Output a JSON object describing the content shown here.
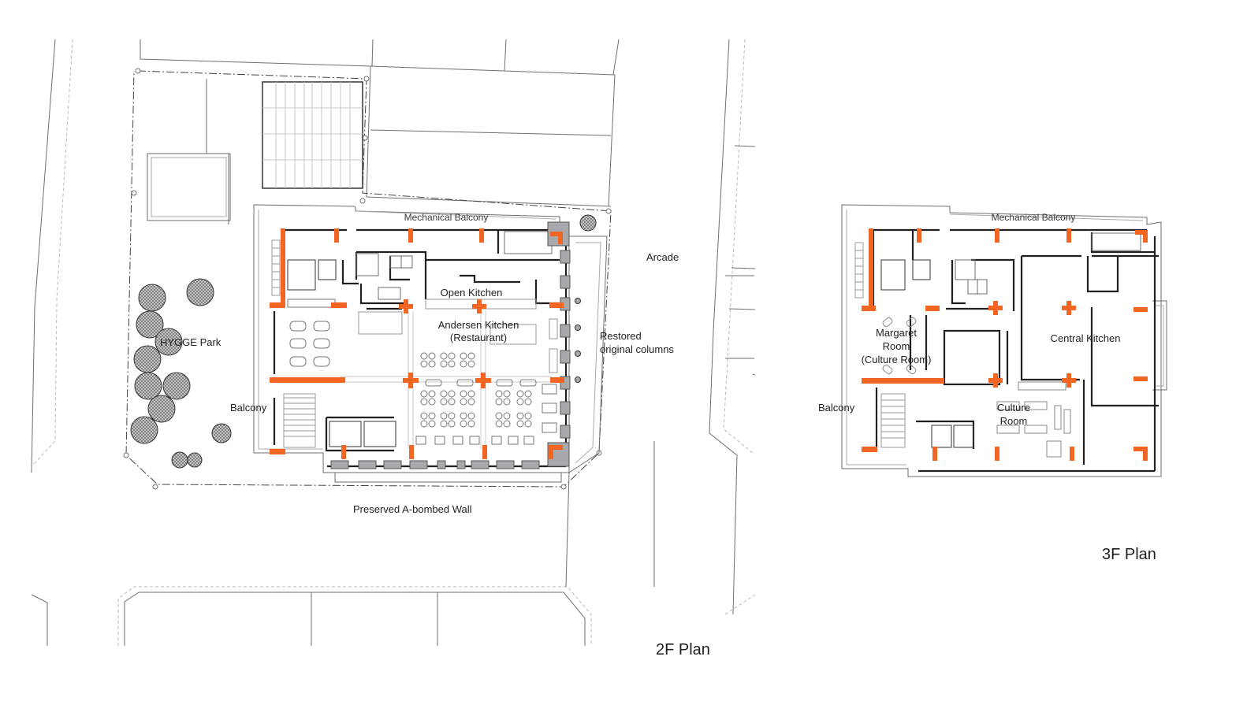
{
  "colors": {
    "structure": "#f26522",
    "wall": "#231f20",
    "existing": "#a7a9ac",
    "line": "#6d6e71",
    "background": "#ffffff"
  },
  "plan_2f": {
    "title": "2F Plan",
    "labels": {
      "mechanical_balcony": "Mechanical Balcony",
      "arcade": "Arcade",
      "open_kitchen": "Open Kitchen",
      "andersen_kitchen": "Andersen Kitchen",
      "restaurant": "(Restaurant)",
      "restored_columns_1": "Restored",
      "restored_columns_2": "original columns",
      "hygge_park": "HYGGE Park",
      "balcony": "Balcony",
      "preserved_wall": "Preserved A-bombed Wall"
    }
  },
  "plan_3f": {
    "title": "3F Plan",
    "labels": {
      "mechanical_balcony": "Mechanical Balcony",
      "margaret_room_1": "Margaret",
      "margaret_room_2": "Room",
      "margaret_room_3": "(Culture Room)",
      "central_kitchen": "Central Kitchen",
      "culture_room_1": "Culture",
      "culture_room_2": "Room",
      "balcony": "Balcony"
    }
  }
}
